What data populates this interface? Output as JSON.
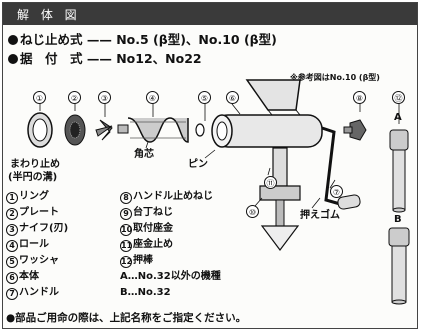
{
  "header": {
    "title": "解 体 図"
  },
  "specs": [
    {
      "label": "ねじ止め式 —— No.5 (β型)、No.10 (β型)"
    },
    {
      "label": "据　付　式 —— No12、No22"
    }
  ],
  "reference_note": "※参考図はNo.10 (β型)",
  "callouts": {
    "c1": "①",
    "c2": "②",
    "c3": "③",
    "c4": "④",
    "c5": "⑤",
    "c6": "⑥",
    "c8": "⑧",
    "c10": "⑩",
    "c11": "⑪",
    "c7": "⑦",
    "c12": "⑫"
  },
  "annotations": {
    "mawari": "まわり止め",
    "mawari_sub": "(半円の溝)",
    "kakushin": "角芯",
    "pin": "ピン",
    "osae": "押えゴム",
    "a": "A",
    "b": "B"
  },
  "parts_left": [
    {
      "num": "1",
      "name": "リング"
    },
    {
      "num": "2",
      "name": "プレート"
    },
    {
      "num": "3",
      "name": "ナイフ(刃)"
    },
    {
      "num": "4",
      "name": "ロール"
    },
    {
      "num": "5",
      "name": "ワッシャ"
    },
    {
      "num": "6",
      "name": "本体"
    },
    {
      "num": "7",
      "name": "ハンドル"
    }
  ],
  "parts_right": [
    {
      "num": "8",
      "name": "ハンドル止めねじ"
    },
    {
      "num": "9",
      "name": "台丁ねじ"
    },
    {
      "num": "10",
      "name": "取付座金"
    },
    {
      "num": "11",
      "name": "座金止め"
    },
    {
      "num": "12",
      "name": "押棒"
    }
  ],
  "variants": [
    {
      "label": "A…No.32以外の機種"
    },
    {
      "label": "B…No.32"
    }
  ],
  "footer_note": "●部品ご用命の際は、上記名称をご指定ください。"
}
